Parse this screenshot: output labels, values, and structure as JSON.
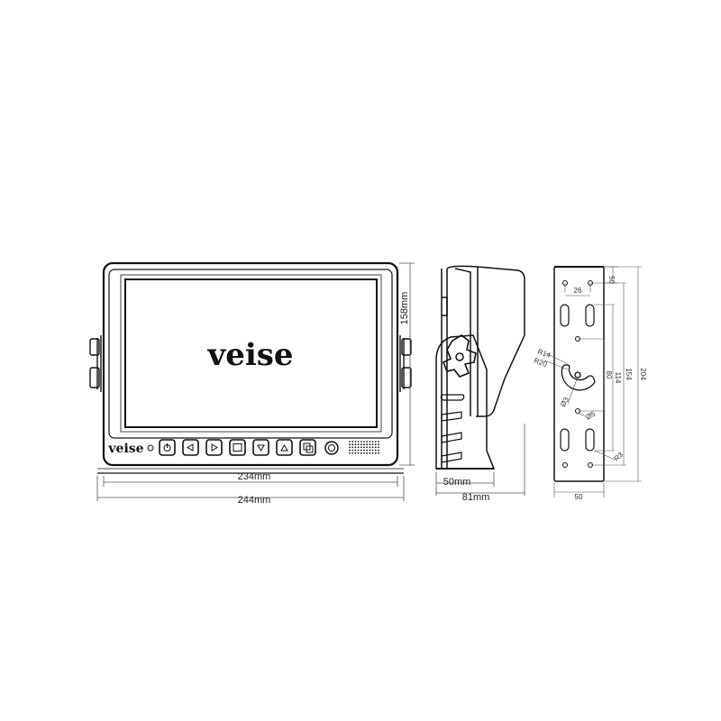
{
  "brand": {
    "screen_logo": "veise",
    "bezel_logo": "veise"
  },
  "dimensions": {
    "front_inner_width": "234mm",
    "front_outer_width": "244mm",
    "front_height": "158mm",
    "side_base_depth": "50mm",
    "side_total_depth": "81mm"
  },
  "bracket": {
    "top_offset": "50",
    "hole_spacing": "26",
    "radius_outer": "R14",
    "radius_inner": "R20",
    "hole_diameter_small": "Ø3",
    "hole_diameter_center": "Ø5",
    "span_80": "80",
    "span_114": "114",
    "span_154": "154",
    "span_204": "204",
    "corner_radius": "R3",
    "bottom_width": "50"
  },
  "icons": {
    "buttons": [
      "power-icon",
      "left-arrow-icon",
      "right-arrow-icon",
      "menu-icon",
      "down-arrow-icon",
      "up-arrow-icon",
      "source-icon"
    ],
    "sensor": "ir-sensor-icon",
    "speaker": "speaker-grille-icon"
  },
  "colors": {
    "line": "#111111",
    "dimension_line": "#555555"
  }
}
